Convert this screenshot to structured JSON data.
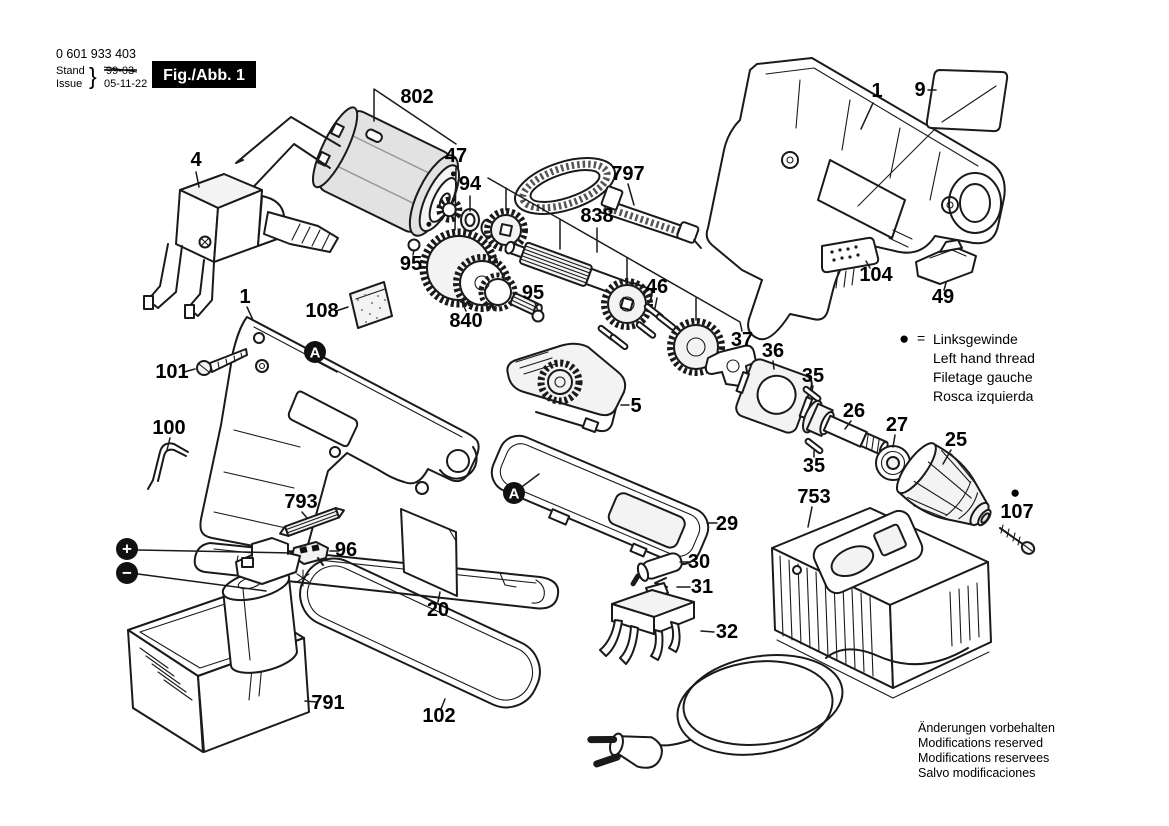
{
  "doc": {
    "part_number": "0 601 933 403",
    "stand_label": "Stand",
    "stand_value": "99-03",
    "issue_label": "Issue",
    "issue_value": "05-11-22",
    "brace": "}",
    "figure_label": "Fig./Abb. 1"
  },
  "legend": {
    "symbol": "●",
    "eq": "=",
    "lines": [
      "Linksgewinde",
      "Left hand thread",
      "Filetage gauche",
      "Rosca izquierda"
    ]
  },
  "footer": {
    "lines": [
      "Änderungen vorbehalten",
      "Modifications reserved",
      "Modifications reservees",
      "Salvo modificaciones"
    ]
  },
  "badges": {
    "a": "A",
    "plus": "+",
    "minus": "−"
  },
  "callouts": {
    "c802": "802",
    "c47": "47",
    "c94": "94",
    "c95a": "95",
    "c95b": "95",
    "c840": "840",
    "c838": "838",
    "c797": "797",
    "c46": "46",
    "c37": "37",
    "c36": "36",
    "c35a": "35",
    "c35b": "35",
    "c26": "26",
    "c27": "27",
    "c25": "25",
    "c107": "107",
    "c4": "4",
    "c1L": "1",
    "c1R": "1",
    "c9": "9",
    "c104": "104",
    "c49": "49",
    "c101": "101",
    "c100": "100",
    "c108": "108",
    "c5": "5",
    "c29": "29",
    "c30": "30",
    "c31": "31",
    "c32": "32",
    "c96": "96",
    "c793": "793",
    "c20": "20",
    "c791": "791",
    "c102": "102",
    "c753": "753"
  }
}
